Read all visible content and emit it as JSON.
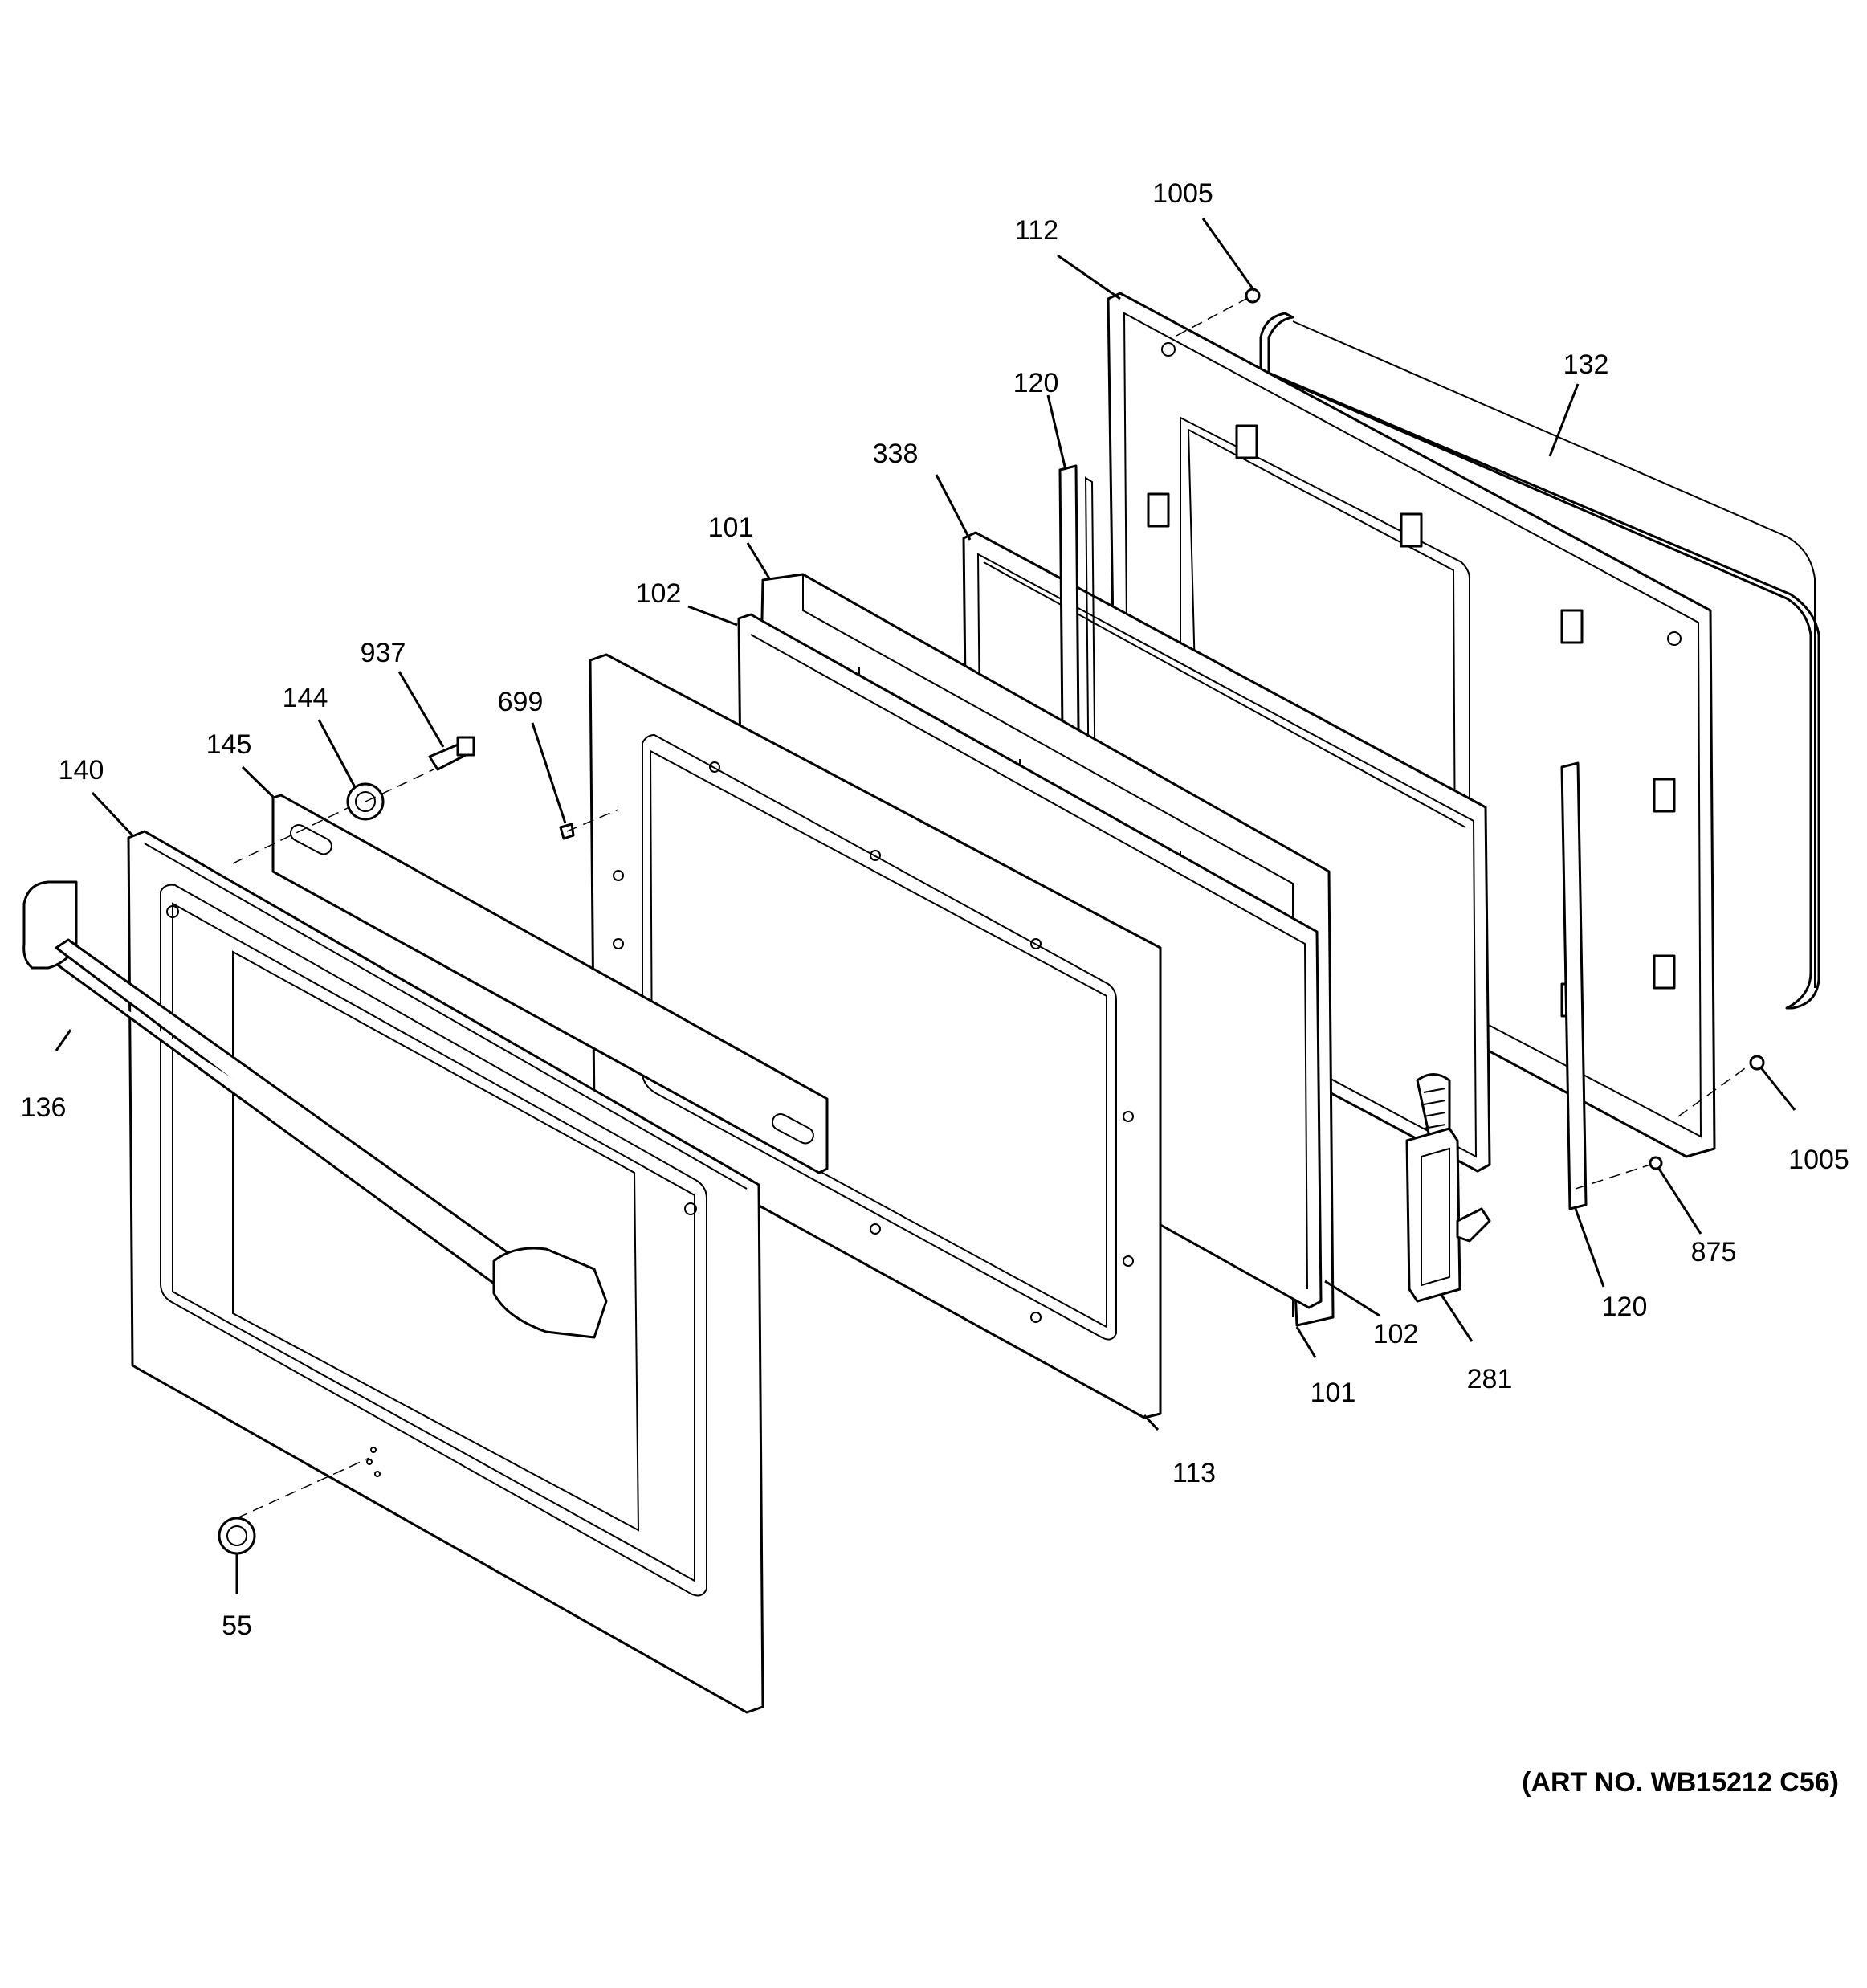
{
  "diagram": {
    "art_number": "(ART NO. WB15212 C56)",
    "callouts": [
      "1005",
      "112",
      "132",
      "120",
      "338",
      "101",
      "102",
      "937",
      "699",
      "144",
      "145",
      "140",
      "136",
      "1005",
      "875",
      "120",
      "102",
      "281",
      "101",
      "113",
      "55"
    ]
  }
}
